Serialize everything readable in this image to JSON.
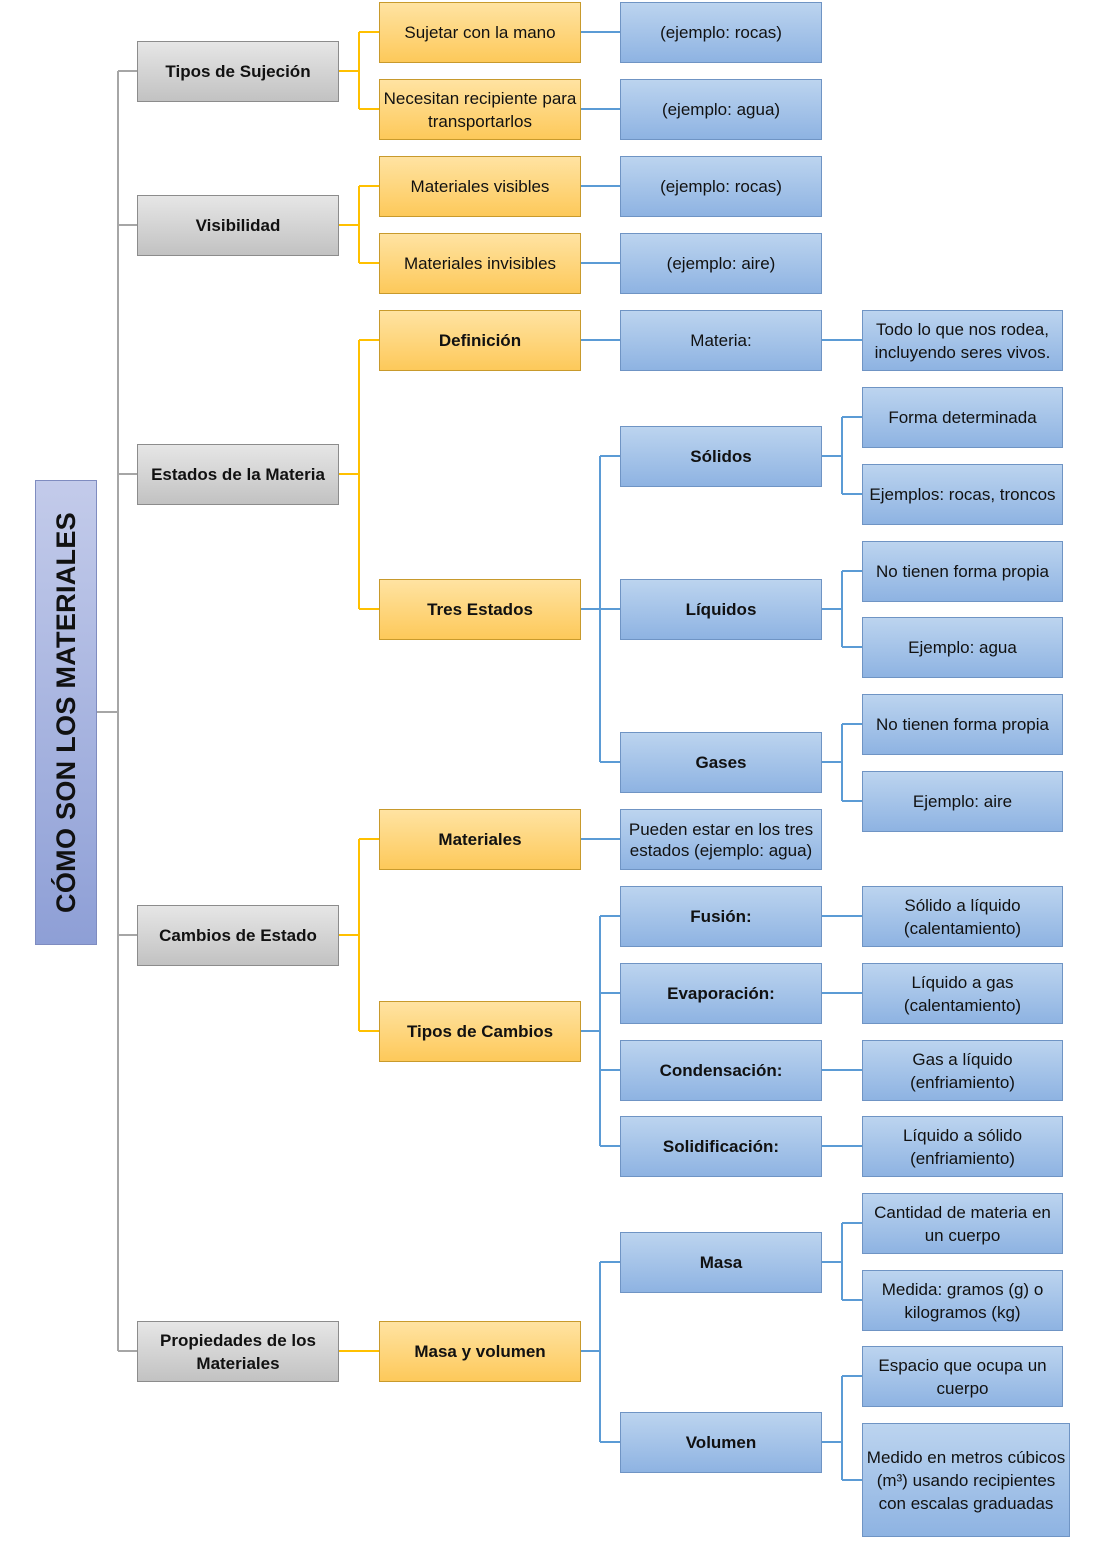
{
  "title": "CÓMO SON LOS MATERIALES",
  "sujecion": {
    "label": "Tipos de Sujeción",
    "items": [
      "Sujetar con la mano",
      "Necesitan recipiente para transportarlos"
    ],
    "examples": [
      "(ejemplo: rocas)",
      "(ejemplo: agua)"
    ]
  },
  "visibilidad": {
    "label": "Visibilidad",
    "items": [
      "Materiales visibles",
      "Materiales invisibles"
    ],
    "examples": [
      "(ejemplo: rocas)",
      "(ejemplo: aire)"
    ]
  },
  "estados": {
    "label": "Estados de la Materia",
    "definicion": "Definición",
    "materia": "Materia:",
    "materia_def": "Todo lo que nos rodea, incluyendo seres vivos.",
    "tres_estados": "Tres Estados",
    "solidos": "Sólidos",
    "solidos_items": [
      "Forma determinada",
      "Ejemplos: rocas, troncos"
    ],
    "liquidos": "Líquidos",
    "liquidos_items": [
      "No tienen forma propia",
      "Ejemplo: agua"
    ],
    "gases": "Gases",
    "gases_items": [
      "No tienen forma propia",
      "Ejemplo: aire"
    ]
  },
  "cambios": {
    "label": "Cambios de Estado",
    "materiales": "Materiales",
    "materiales_desc": "Pueden estar en los tres estados (ejemplo: agua)",
    "tipos": "Tipos de Cambios",
    "list": [
      {
        "name": "Fusión:",
        "desc": "Sólido a líquido (calentamiento)"
      },
      {
        "name": "Evaporación:",
        "desc": "Líquido a gas (calentamiento)"
      },
      {
        "name": "Condensación:",
        "desc": "Gas a líquido (enfriamiento)"
      },
      {
        "name": "Solidificación:",
        "desc": "Líquido a sólido (enfriamiento)"
      }
    ]
  },
  "propiedades": {
    "label": "Propiedades de los Materiales",
    "masa_volumen": "Masa y volumen",
    "masa": "Masa",
    "masa_items": [
      "Cantidad de materia en un cuerpo",
      "Medida: gramos (g) o kilogramos (kg)"
    ],
    "volumen": "Volumen",
    "volumen_items": [
      "Espacio que ocupa un cuerpo",
      "Medido en metros cúbicos (m³) usando recipientes con escalas graduadas"
    ]
  },
  "colors": {
    "gray_line": "#a6a6a6",
    "orange_line": "#ffc000",
    "blue_line": "#5b9bd5"
  }
}
